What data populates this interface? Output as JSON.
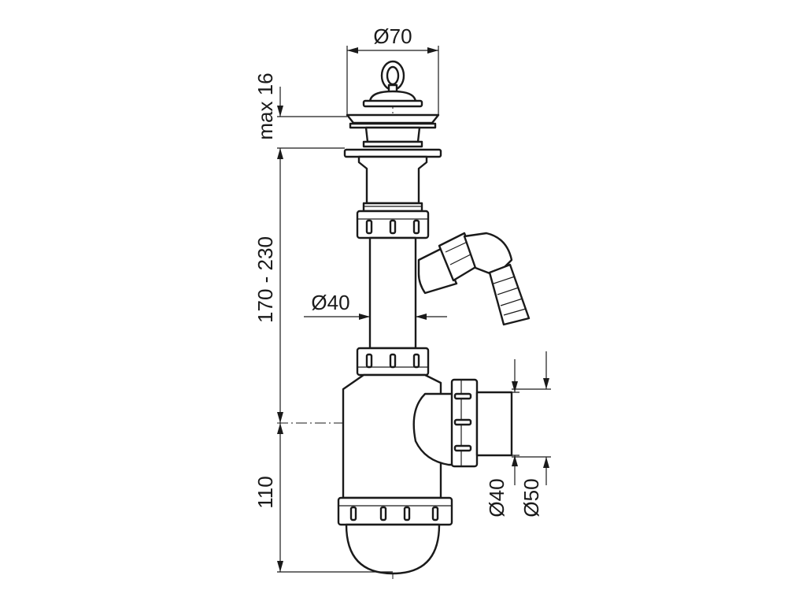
{
  "drawing": {
    "labels": {
      "top_diameter": "Ø70",
      "flange_height": "max 16",
      "adjust_height": "170 - 230",
      "pipe_diameter": "Ø40",
      "trap_depth": "110",
      "outlet_inner_diameter": "Ø40",
      "outlet_outer_diameter": "Ø50"
    }
  }
}
